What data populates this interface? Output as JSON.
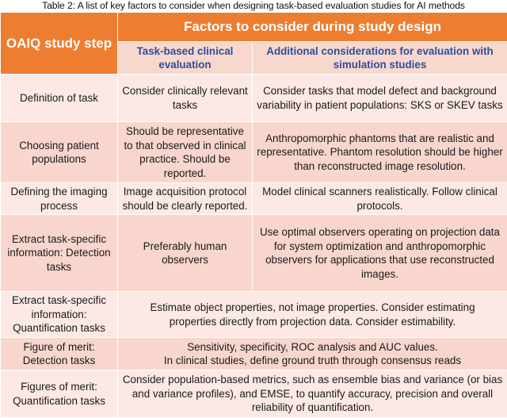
{
  "caption": "Table 2: A list of key factors to consider when designing task-based evaluation studies for AI methods",
  "colors": {
    "header": "#ed7d31",
    "subheader_text": "#2f4f9a",
    "row_light": "#fce9e6",
    "row_dark": "#f8d6cd"
  },
  "header": {
    "step": "OAIQ study step",
    "factors": "Factors to consider during study design",
    "col_clinical": "Task-based clinical evaluation",
    "col_simulation": "Additional considerations for evaluation with simulation studies"
  },
  "rows": [
    {
      "step": "Definition of task",
      "clinical": "Consider clinically relevant tasks",
      "simulation": "Consider tasks that model defect and background variability in patient populations: SKS or SKEV tasks"
    },
    {
      "step": "Choosing patient populations",
      "clinical": "Should be representative to that observed in clinical practice. Should be reported.",
      "simulation": "Anthropomorphic phantoms that are realistic and representative. Phantom resolution should be higher than reconstructed image resolution."
    },
    {
      "step": "Defining the imaging process",
      "clinical": "Image acquisition protocol should be clearly reported.",
      "simulation": "Model clinical scanners realistically. Follow clinical protocols."
    },
    {
      "step": "Extract task-specific information: Detection tasks",
      "clinical": "Preferably human observers",
      "simulation": "Use optimal observers operating on projection data for system optimization and anthropomorphic observers for applications that use reconstructed images."
    },
    {
      "step": "Extract task-specific information: Quantification tasks",
      "merged": "Estimate object properties, not image properties. Consider estimating properties directly from projection data. Consider estimability."
    },
    {
      "step": "Figure of merit: Detection tasks",
      "merged_line1": "Sensitivity, specificity, ROC analysis and AUC values.",
      "merged_line2": "In clinical studies, define ground truth through consensus reads"
    },
    {
      "step": "Figures of merit: Quantification tasks",
      "merged": "Consider population-based metrics, such as ensemble bias and variance (or bias and variance profiles), and EMSE, to quantify accuracy, precision and overall reliability of quantification."
    }
  ]
}
